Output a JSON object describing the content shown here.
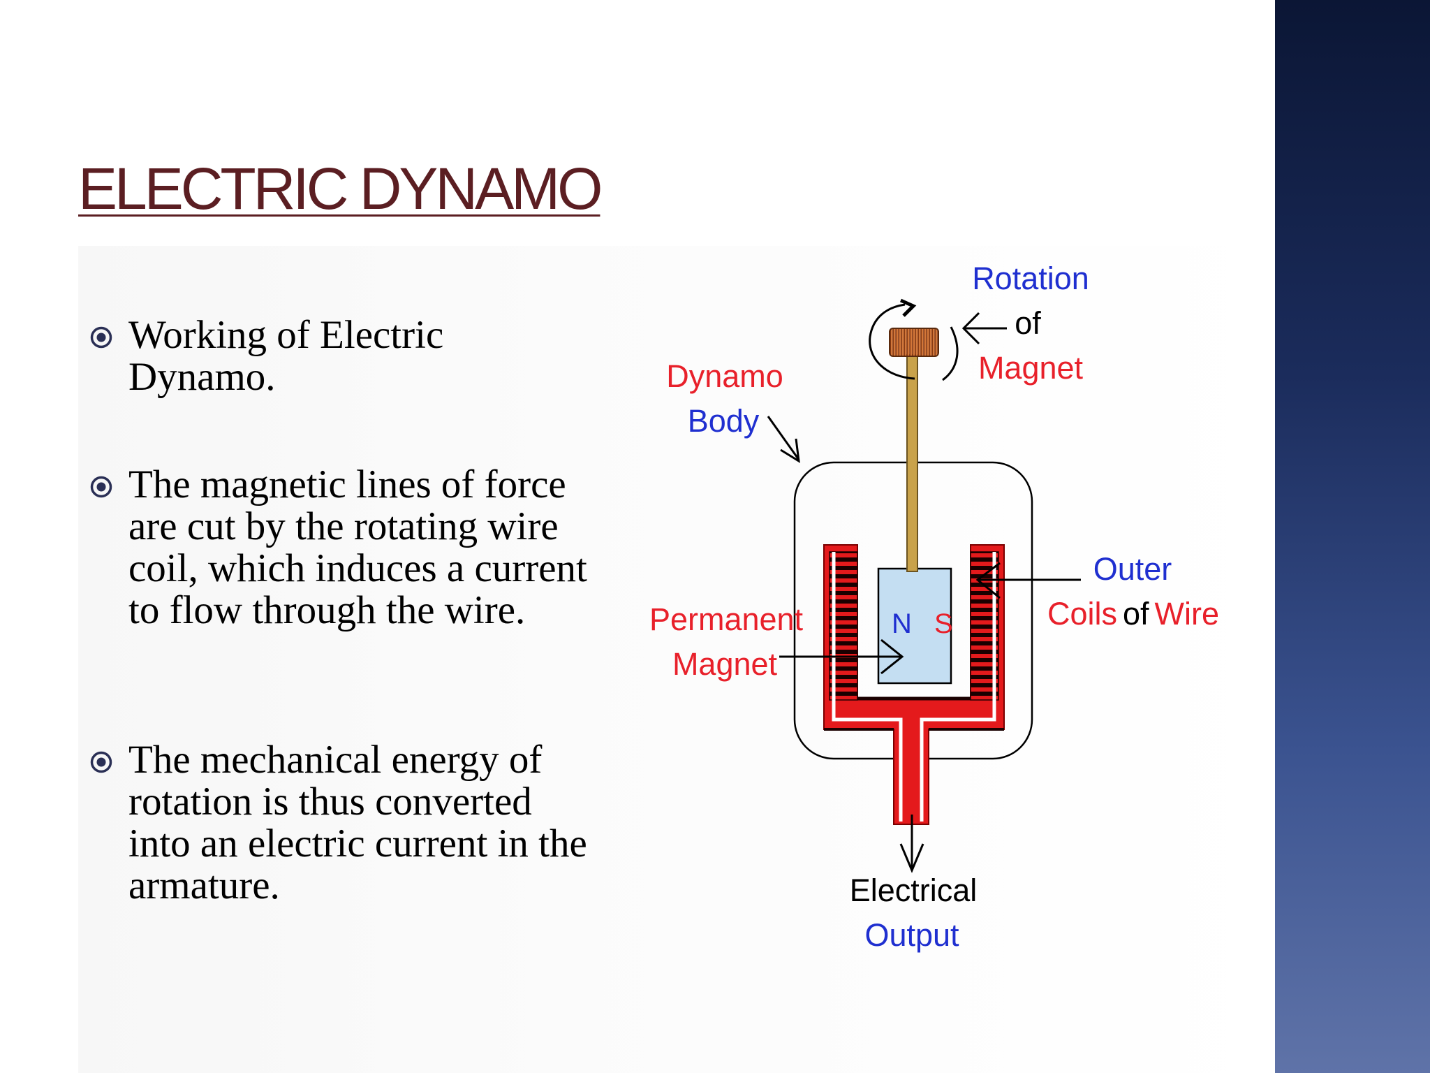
{
  "slide": {
    "title": "ELECTRIC DYNAMO",
    "bullets": [
      "Working of Electric Dynamo.",
      "The magnetic lines of force are cut by the rotating wire coil, which induces a current to flow through the wire.",
      "The mechanical energy of rotation is thus converted into an electric current in the armature."
    ]
  },
  "diagram": {
    "labels": {
      "rotation_line1": "Rotation",
      "rotation_line2": "of",
      "rotation_line3": "Magnet",
      "dynamo_line1": "Dynamo",
      "dynamo_line2": "Body",
      "outer_line1": "Outer",
      "outer_coils": "Coils",
      "outer_of": "of",
      "outer_wire": "Wire",
      "permanent_line1": "Permanent",
      "permanent_line2": "Magnet",
      "pole_n": "N",
      "pole_s": "S",
      "output_line1": "Electrical",
      "output_line2": "Output"
    }
  },
  "colors": {
    "title": "#5b1e22",
    "label_red": "#e8202a",
    "label_blue": "#1f2fd0",
    "coil_red": "#e41a1c",
    "magnet_fill": "#c4def2",
    "shaft": "#c9a24a",
    "knob": "#d2773a"
  }
}
